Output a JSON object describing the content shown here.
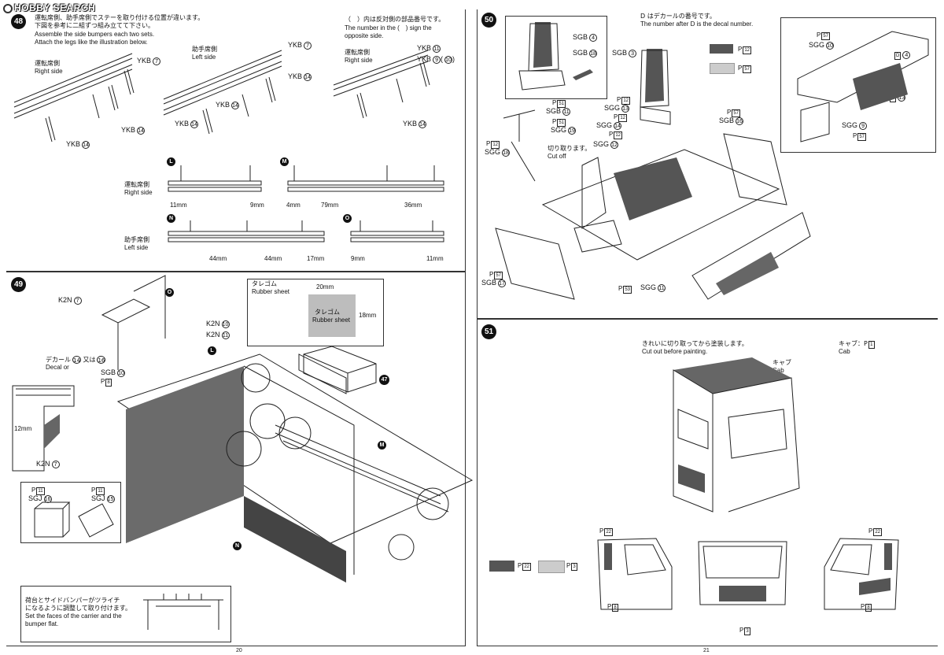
{
  "logo": {
    "text": "HOBBY SEARCH"
  },
  "step48": {
    "num": "48",
    "jp1": "運転席側、助手席側でステーを取り付ける位置が違います。",
    "jp2": "下図を参考に二組ずつ組み立てて下さい。",
    "en1": "Assemble the side bumpers each two sets.",
    "en2": "Attach the legs like the illustration below.",
    "note_jp": "（　）内は反対側の部品番号です。",
    "note_en1": "The number in the (　) sign the",
    "note_en2": "opposite side.",
    "right_jp": "運転席側",
    "right_en": "Right side",
    "left_jp": "助手席側",
    "left_en": "Left side",
    "right_jp2": "運転席側",
    "right_en2": "Right side",
    "yk": "YKB",
    "n7": "7",
    "n14": "14",
    "n11": "11",
    "n9": "9",
    "n10": "10",
    "L": "L",
    "M": "M",
    "N": "N",
    "O": "O",
    "dim_L1": "11mm",
    "dim_L2": "9mm",
    "dim_M1": "4mm",
    "dim_M2": "79mm",
    "dim_M3": "36mm",
    "dim_N1": "44mm",
    "dim_N2": "44mm",
    "dim_N3": "17mm",
    "dim_O1": "9mm",
    "dim_O2": "11mm",
    "rs_jp": "運転席側",
    "rs_en": "Right side",
    "ls_jp": "助手席側",
    "ls_en": "Left side"
  },
  "step49": {
    "num": "49",
    "k2n": "K2N",
    "n7": "7",
    "n10": "10",
    "n11": "11",
    "n14": "14",
    "n16": "16",
    "n15": "15",
    "decal_jp": "デカール",
    "decal_en": "Decal",
    "or_jp": "又は",
    "or_en": "or",
    "sgb": "SGB",
    "sgj": "SGJ",
    "p8": "8",
    "p11": "11",
    "rubber_jp": "タレゴム",
    "rubber_en": "Rubber sheet",
    "dim20": "20mm",
    "dim18": "18mm",
    "dim12": "12mm",
    "ref47": "47",
    "bottom_jp1": "荷台とサイドバンパーがツライチ",
    "bottom_jp2": "になるように調整して取り付けます。",
    "bottom_en1": "Set the faces of the carrier and the",
    "bottom_en2": "bumper flat.",
    "O": "O",
    "L": "L",
    "M": "M",
    "N": "N"
  },
  "step50": {
    "num": "50",
    "decal_jp": "D はデカールの番号です。",
    "decal_en": "The number after D is the decal number.",
    "sgb": "SGB",
    "sgg": "SGG",
    "D": "D",
    "n4": "4",
    "n18": "18",
    "n3": "3",
    "n11": "11",
    "n13": "13",
    "n14": "14",
    "n12": "12",
    "n19": "19",
    "n16": "16",
    "n17": "17",
    "n9": "9",
    "n10": "10",
    "p51": "51",
    "p12": "12",
    "p57": "57",
    "p53": "53",
    "cut_jp": "切り取ります。",
    "cut_en": "Cut off"
  },
  "step51": {
    "num": "51",
    "cut_jp": "きれいに切り取ってから塗装します。",
    "cut_en": "Cut out before painting.",
    "cab_jp": "キャブ",
    "cab_en": "Cab",
    "cab_part_jp": "キャブ：",
    "cab_part_en": "Cab",
    "p1": "1",
    "p22": "22",
    "p3": "3",
    "p8": "8"
  },
  "pages": {
    "left": "20",
    "right": "21"
  }
}
